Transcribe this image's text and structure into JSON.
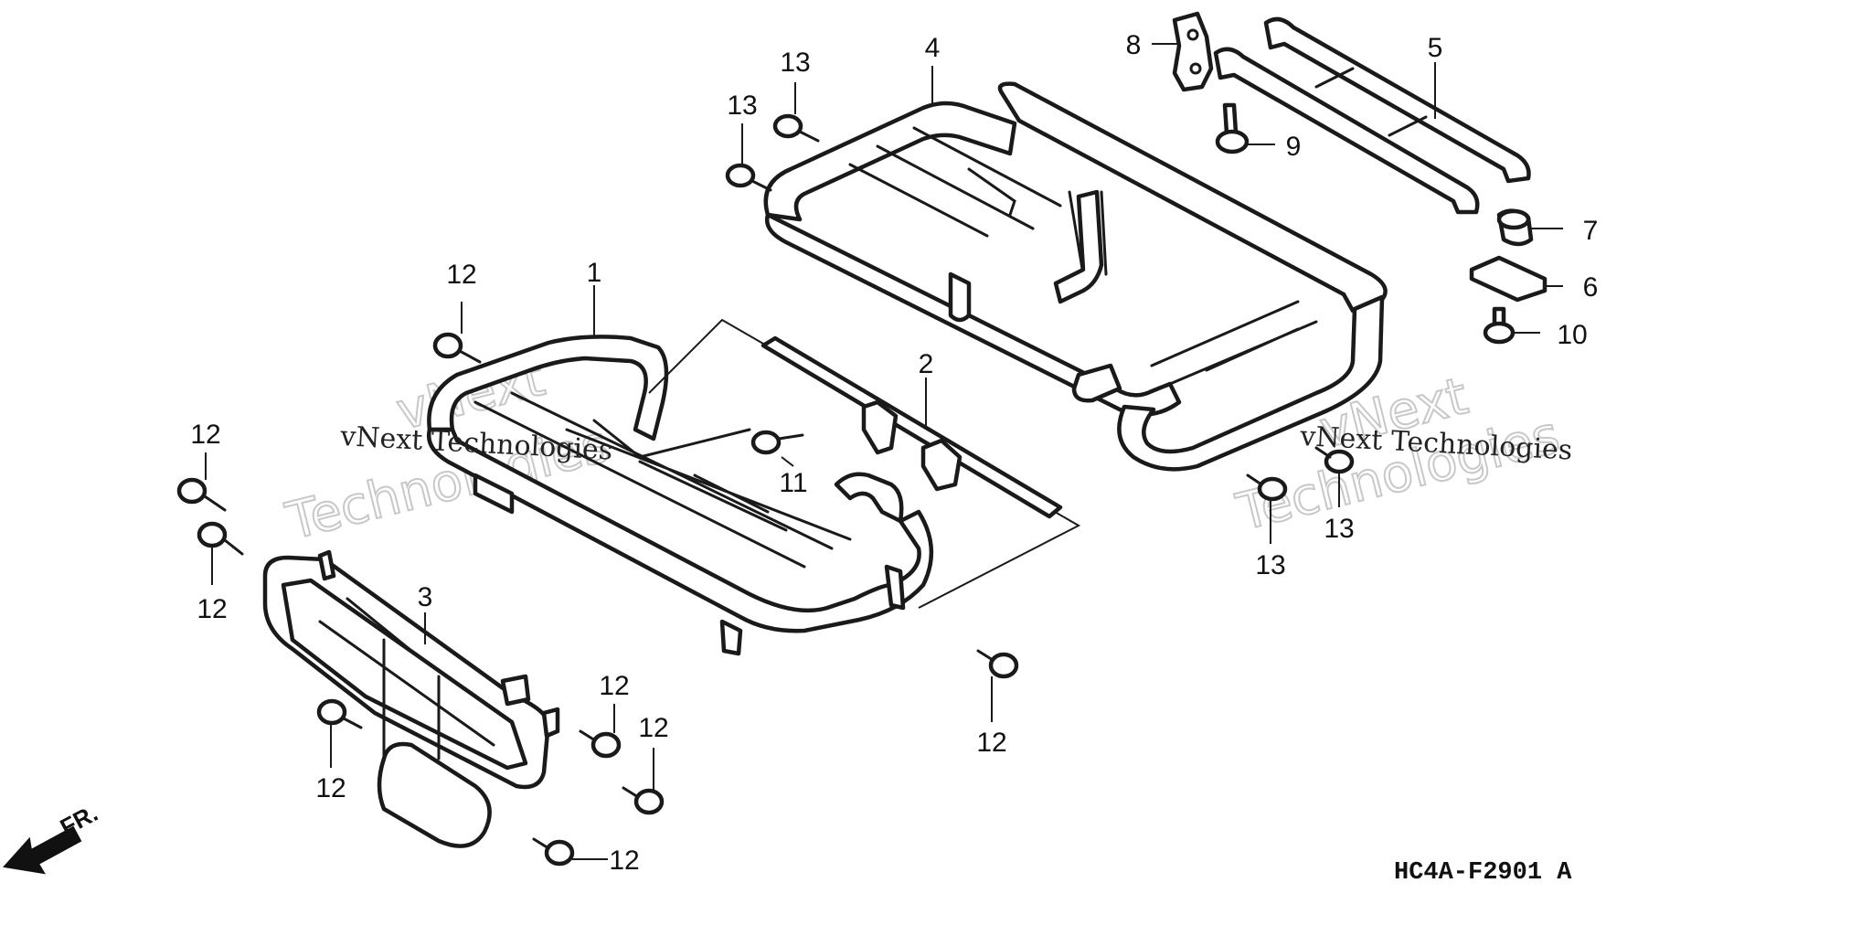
{
  "diagram": {
    "drawing_code": "HC4A-F2901 A",
    "front_label": "FR.",
    "watermark": {
      "brand": "vNext",
      "line2": "Technologies",
      "full": "vNext Technologies"
    },
    "callouts": {
      "c1": "1",
      "c2": "2",
      "c3": "3",
      "c4": "4",
      "c5": "5",
      "c6": "6",
      "c7": "7",
      "c8": "8",
      "c9": "9",
      "c10": "10",
      "c11": "11",
      "c12a": "12",
      "c12b": "12",
      "c12c": "12",
      "c12d": "12",
      "c12e": "12",
      "c12f": "12",
      "c12g": "12",
      "c12h": "12",
      "c13a": "13",
      "c13b": "13",
      "c13c": "13",
      "c13d": "13"
    }
  }
}
